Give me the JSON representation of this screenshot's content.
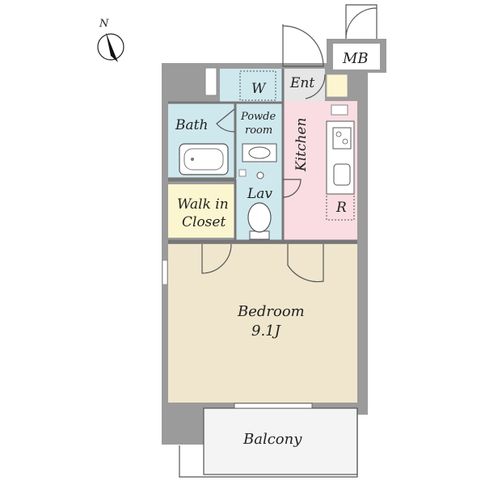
{
  "compass": {
    "north_label": "N"
  },
  "rooms": {
    "mb": "MB",
    "ent": "Ent",
    "washer": "W",
    "powder_line1": "Powde",
    "powder_line2": "room",
    "bath": "Bath",
    "kitchen": "Kitchen",
    "lav": "Lav",
    "walkin_line1": "Walk in",
    "walkin_line2": "Closet",
    "fridge": "R",
    "bedroom_name": "Bedroom",
    "bedroom_size": "9.1J",
    "balcony": "Balcony"
  },
  "colors": {
    "wall": "#9b9b9b",
    "wet_area": "#cfe8ee",
    "kitchen": "#f9dde3",
    "closet": "#fbf6cf",
    "bedroom": "#efe6cd",
    "entrance": "#e6e6e6",
    "balcony": "#f4f4f4"
  }
}
